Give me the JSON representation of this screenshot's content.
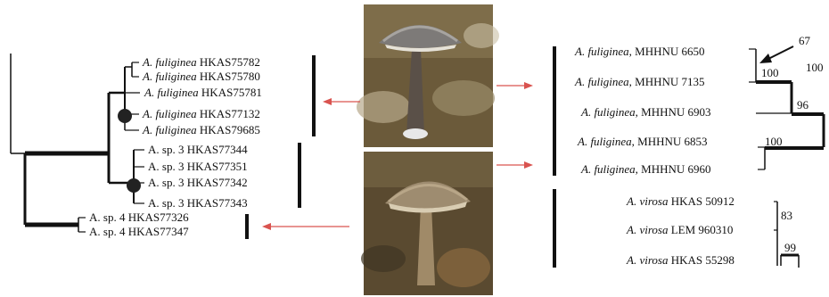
{
  "left_tree": {
    "taxa": [
      {
        "species": "A. fuliginea",
        "voucher": "HKAS75782"
      },
      {
        "species": "A. fuliginea",
        "voucher": "HKAS75780"
      },
      {
        "species": "A. fuliginea",
        "voucher": "HKAS75781"
      },
      {
        "species": "A. fuliginea",
        "voucher": "HKAS77132"
      },
      {
        "species": "A. fuliginea",
        "voucher": "HKAS79685"
      },
      {
        "species": "A. sp. 3",
        "voucher": "HKAS77344"
      },
      {
        "species": "A. sp. 3",
        "voucher": "HKAS77351"
      },
      {
        "species": "A. sp. 3",
        "voucher": "HKAS77342"
      },
      {
        "species": "A. sp. 3",
        "voucher": "HKAS77343"
      },
      {
        "species": "A. sp. 4",
        "voucher": "HKAS77326"
      },
      {
        "species": "A. sp. 4",
        "voucher": "HKAS77347"
      }
    ]
  },
  "right_tree": {
    "taxa": [
      {
        "species": "A. fuliginea",
        "voucher": ", MHHNU 6650"
      },
      {
        "species": "A. fuliginea",
        "voucher": ", MHHNU 7135"
      },
      {
        "species": "A. fuliginea",
        "voucher": ", MHHNU 6903"
      },
      {
        "species": "A. fuliginea",
        "voucher": ", MHHNU 6853"
      },
      {
        "species": "A. fuliginea",
        "voucher": ", MHHNU 6960"
      },
      {
        "species": "A. virosa",
        "voucher": " HKAS 50912"
      },
      {
        "species": "A. virosa",
        "voucher": " LEM 960310"
      },
      {
        "species": "A. virosa",
        "voucher": " HKAS 55298"
      }
    ],
    "support": [
      "67",
      "100",
      "100",
      "96",
      "100",
      "83",
      "99"
    ]
  },
  "colors": {
    "arrow": "#d9534f",
    "ink": "#111111",
    "photo_top_bg": "#6b5a3a",
    "photo_bottom_bg": "#5a4a30"
  }
}
